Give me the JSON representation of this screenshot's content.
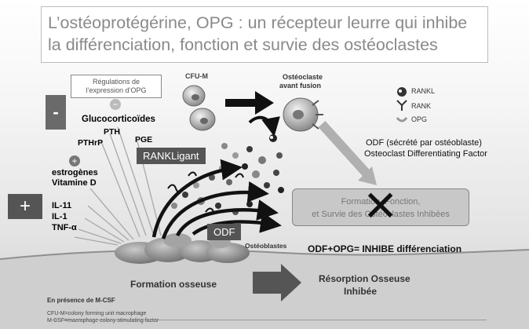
{
  "title": {
    "line1": "L’ostéoprotégérine, OPG : un récepteur leurre qui inhibe",
    "line2": "la différenciation, fonction et survie des ostéoclastes"
  },
  "regulation_box": {
    "line1": "Régulations de",
    "line2": "l’expression d’OPG"
  },
  "signs": {
    "minus": "-",
    "plus": "+",
    "inner_minus": "−",
    "inner_plus": "+"
  },
  "factors": {
    "glucocorticoides": "Glucocorticoïdes",
    "pth": "PTH",
    "pthrp": "PTHrP",
    "pge2": "PGE",
    "estrogenes": "estrogènes",
    "vitd": "Vitamine D",
    "il11": "IL-11",
    "il1": "IL-1",
    "tnf": "TNF-α"
  },
  "cells": {
    "cfum": "CFU-M",
    "osteoclaste1": "Ostéoclaste",
    "osteoclaste2": "avant fusion",
    "osteoblastes": "Ostéoblastes"
  },
  "legend": {
    "rankl": "RANKL",
    "rank": "RANK",
    "opg": "OPG"
  },
  "odf_note": {
    "line1": "ODF (sécrété par ostéoblaste)",
    "line2": "Osteoclast Differentiating Factor"
  },
  "labels": {
    "rankligant": "RANKLigant",
    "odf": "ODF",
    "odf_opg": "ODF+OPG= INHIBE différenciation"
  },
  "formation_box": {
    "line1": "Formation, Fonction,",
    "line2": "et Survie des Ostéoclastes Inhibées"
  },
  "bottom": {
    "formation": "Formation osseuse",
    "resorption1": "Résorption Osseuse",
    "resorption2": "Inhibée"
  },
  "footnotes": {
    "mcsf": "En présence de M-CSF",
    "cfu": "CFU-M=colony forming unit macrophage",
    "mcsfdef": "M-CSF=macrophage colony stimulating factor"
  }
}
